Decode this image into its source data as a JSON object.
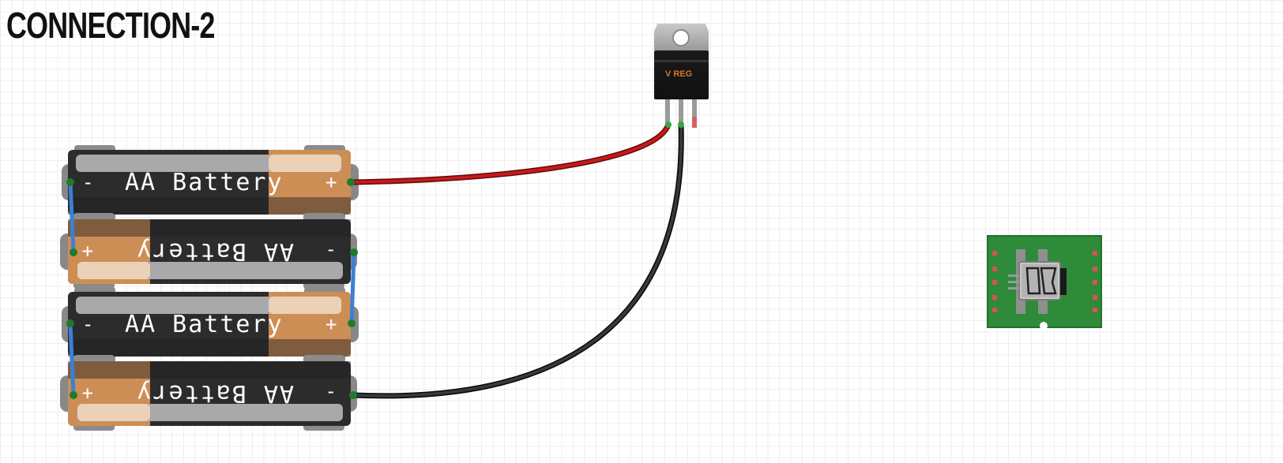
{
  "title": "CONNECTION-2",
  "batteries": [
    {
      "label": "AA Battery",
      "neg": "-",
      "pos": "+"
    },
    {
      "label": "AA Battery",
      "neg": "-",
      "pos": "+"
    },
    {
      "label": "AA Battery",
      "neg": "-",
      "pos": "+"
    },
    {
      "label": "AA Battery",
      "neg": "-",
      "pos": "+"
    }
  ],
  "regulator": {
    "label": "V REG"
  },
  "colors": {
    "wire_red": "#c8191b",
    "wire_black": "#2a2a2a",
    "wire_blue": "#3d7fd6",
    "battery_body": "#2c2c2c",
    "battery_cap": "#cd8e56",
    "pcb": "#2e8b3a",
    "regulator_label": "#d3782a"
  }
}
